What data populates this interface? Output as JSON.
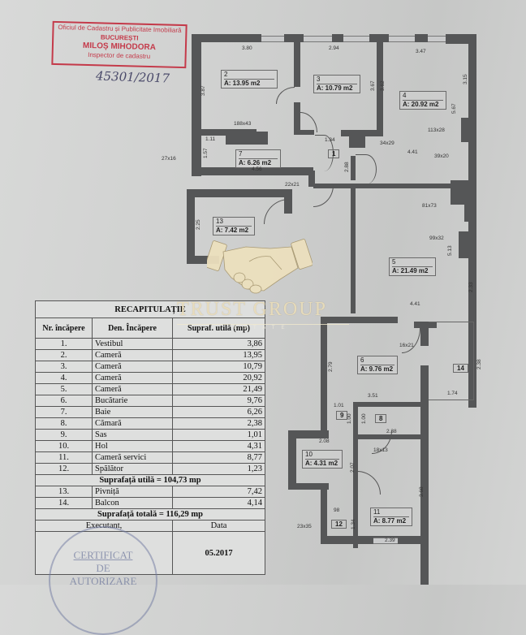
{
  "stamp": {
    "line1": "Oficiul de Cadastru și Publicitate Imobiliară",
    "line2": "BUCUREȘTI",
    "line3": "MILOȘ MIHODORA",
    "line4": "Inspector de cadastru"
  },
  "handwritten_number": "45301/2017",
  "plan": {
    "rooms": [
      {
        "num": "2",
        "area": "A: 13.95 m2"
      },
      {
        "num": "3",
        "area": "A: 10.79 m2"
      },
      {
        "num": "4",
        "area": "A: 20.92 m2"
      },
      {
        "num": "7",
        "area": "A: 6.26 m2"
      },
      {
        "num": "13",
        "area": "A: 7.42 m2"
      },
      {
        "num": "5",
        "area": "A: 21.49 m2"
      },
      {
        "num": "6",
        "area": "A: 9.76 m2"
      },
      {
        "num": "10",
        "area": "A: 4.31 m2"
      },
      {
        "num": "11",
        "area": "A: 8.77 m2"
      }
    ],
    "tags": {
      "r1": "1",
      "r8": "8",
      "r9": "9",
      "r12": "12",
      "r14": "14"
    },
    "dimensions": {
      "d380": "3.80",
      "d294": "2.94",
      "d347": "3.47",
      "d387": "3.87",
      "d367": "3.67",
      "d362": "3.62",
      "d315": "3.15",
      "d567": "5.67",
      "d188x43": "188x43",
      "d111": "1.11",
      "d157": "1.57",
      "d456": "4.56",
      "d134": "1.34",
      "d34x29": "34x29",
      "d441a": "4.41",
      "d113x28": "113x28",
      "d39x20": "39x20",
      "d27x16": "27x16",
      "d22x21": "22x21",
      "d288": "2.88",
      "d81x73": "81x73",
      "d99x32": "99x32",
      "d513": "5.13",
      "d233": "2.33",
      "d225": "2.25",
      "d441b": "4.41",
      "d16x21": "16x21",
      "d279": "2.79",
      "d351": "3.51",
      "d174": "1.74",
      "d238a": "2.38",
      "d101": "1.01",
      "d100a": "1.00",
      "d100b": "1.00",
      "d238b": "2.38",
      "d208": "2.08",
      "d18x13": "18x13",
      "d207": "2.07",
      "d368": "3.68",
      "d98": "98",
      "d134b": "1.34",
      "d23x35": "23x35",
      "d239": "2.39"
    }
  },
  "table": {
    "title": "RECAPITULAȚIE",
    "headers": [
      "Nr. încăpere",
      "Den. Încăpere",
      "Supraf. utilă (mp)"
    ],
    "rows": [
      {
        "nr": "1.",
        "name": "Vestibul",
        "area": "3,86"
      },
      {
        "nr": "2.",
        "name": "Cameră",
        "area": "13,95"
      },
      {
        "nr": "3.",
        "name": "Cameră",
        "area": "10,79"
      },
      {
        "nr": "4.",
        "name": "Cameră",
        "area": "20,92"
      },
      {
        "nr": "5.",
        "name": "Cameră",
        "area": "21,49"
      },
      {
        "nr": "6.",
        "name": "Bucătarie",
        "area": "9,76"
      },
      {
        "nr": "7.",
        "name": "Baie",
        "area": "6,26"
      },
      {
        "nr": "8.",
        "name": "Cămară",
        "area": "2,38"
      },
      {
        "nr": "9.",
        "name": "Sas",
        "area": "1,01"
      },
      {
        "nr": "10.",
        "name": "Hol",
        "area": "4,31"
      },
      {
        "nr": "11.",
        "name": "Cameră servici",
        "area": "8,77"
      },
      {
        "nr": "12.",
        "name": "Spălător",
        "area": "1,23"
      }
    ],
    "useful_total": "Suprafață utilă = 104,73 mp",
    "extra_rows": [
      {
        "nr": "13.",
        "name": "Pivniță",
        "area": "7,42"
      },
      {
        "nr": "14.",
        "name": "Balcon",
        "area": "4,14"
      }
    ],
    "grand_total": "Suprafață totală = 116,29 mp",
    "executant_label": "Executant,",
    "date_label": "Data",
    "date_value": "05.2017"
  },
  "certificate_stamp": {
    "line1": "CERTIFICAT",
    "line2": "DE",
    "line3": "AUTORIZARE"
  },
  "watermark": {
    "brand": "TRUST GROUP",
    "sub": "ESTATE",
    "icon": "handshake-icon",
    "color": "#ece0be"
  }
}
